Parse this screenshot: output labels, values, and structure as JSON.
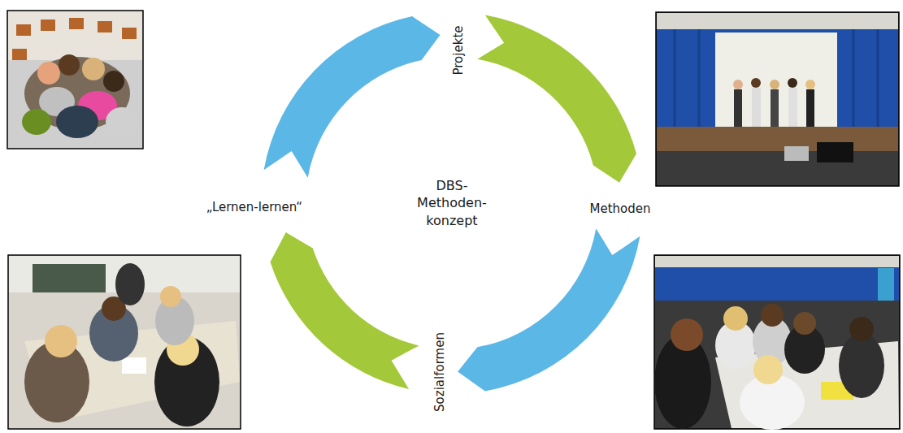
{
  "diagram": {
    "labels": [
      "Projekte",
      "DBS- Methoden- konzept",
      "„Lernen-lernen“",
      "Methoden",
      "Sozialformen"
    ]
  }
}
